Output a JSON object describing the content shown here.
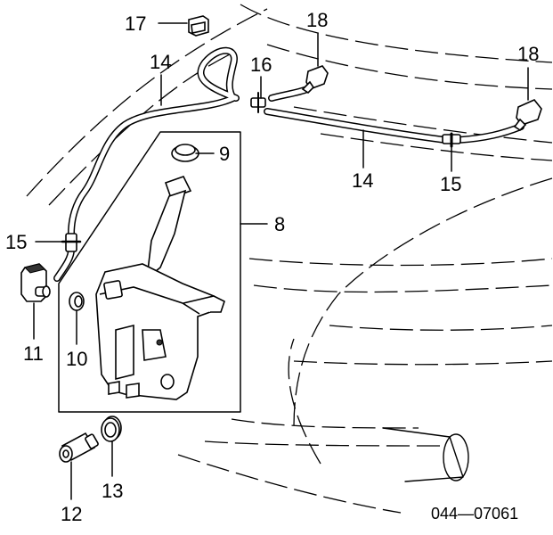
{
  "callouts": {
    "c17": "17",
    "c18a": "18",
    "c18b": "18",
    "c14a": "14",
    "c16": "16",
    "c9": "9",
    "c14b": "14",
    "c15b": "15",
    "c8": "8",
    "c15a": "15",
    "c11": "11",
    "c10": "10",
    "c13": "13",
    "c12": "12"
  },
  "diagram_code": "044—07061"
}
